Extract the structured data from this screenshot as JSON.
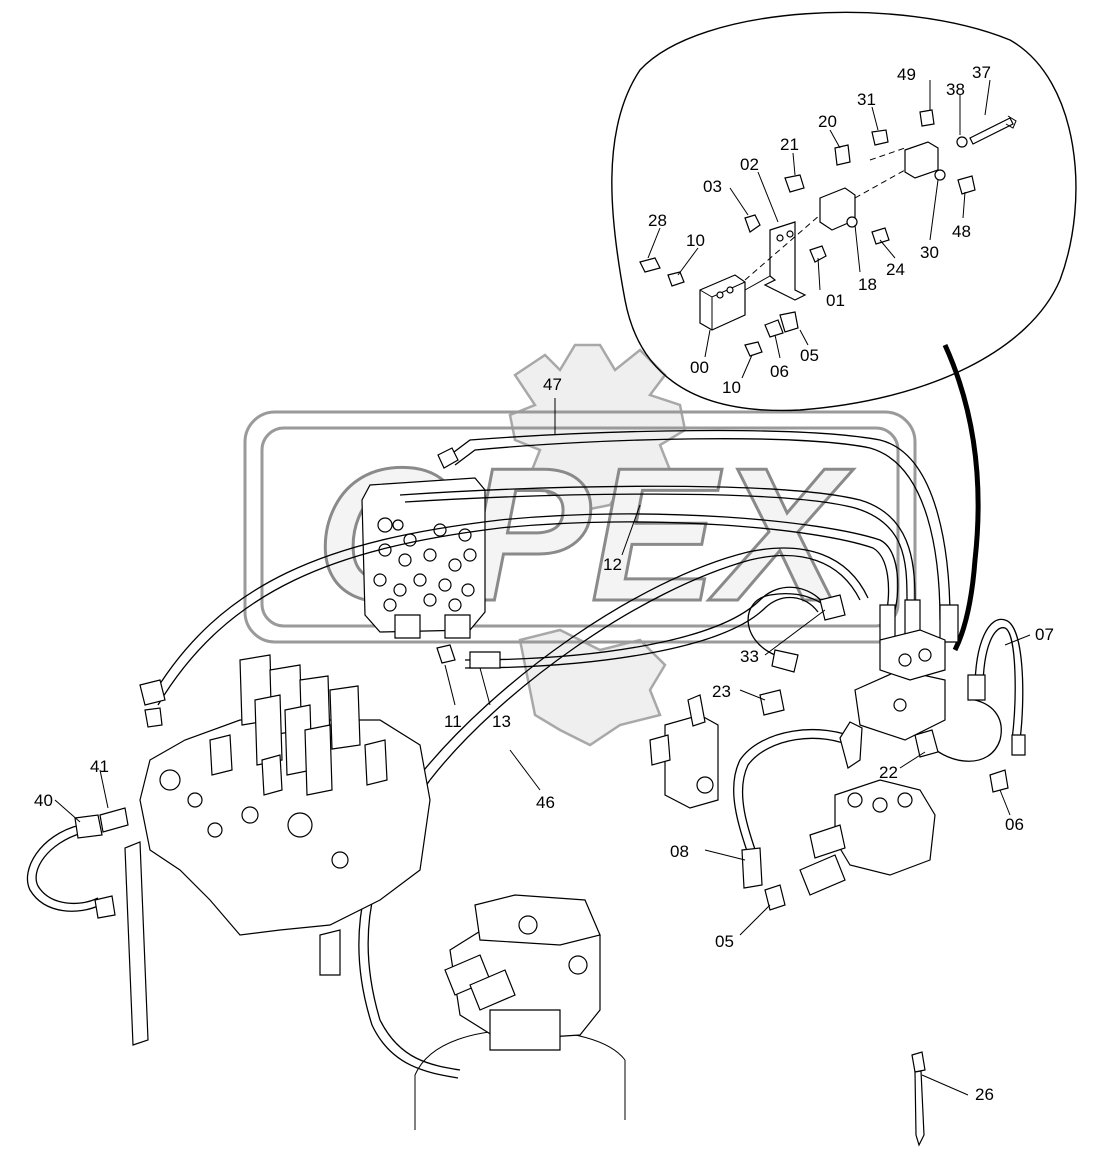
{
  "watermark": {
    "text": "OPEX",
    "color": "#a0a0a0"
  },
  "callouts": [
    {
      "id": "c47",
      "label": "47"
    },
    {
      "id": "c12",
      "label": "12"
    },
    {
      "id": "c11",
      "label": "11"
    },
    {
      "id": "c13",
      "label": "13"
    },
    {
      "id": "c33",
      "label": "33"
    },
    {
      "id": "c23",
      "label": "23"
    },
    {
      "id": "c07",
      "label": "07"
    },
    {
      "id": "c22",
      "label": "22"
    },
    {
      "id": "c06b",
      "label": "06"
    },
    {
      "id": "c08",
      "label": "08"
    },
    {
      "id": "c05b",
      "label": "05"
    },
    {
      "id": "c46",
      "label": "46"
    },
    {
      "id": "c41",
      "label": "41"
    },
    {
      "id": "c40",
      "label": "40"
    },
    {
      "id": "c26",
      "label": "26"
    },
    {
      "id": "d49",
      "label": "49"
    },
    {
      "id": "d37",
      "label": "37"
    },
    {
      "id": "d38",
      "label": "38"
    },
    {
      "id": "d31",
      "label": "31"
    },
    {
      "id": "d20",
      "label": "20"
    },
    {
      "id": "d21",
      "label": "21"
    },
    {
      "id": "d02",
      "label": "02"
    },
    {
      "id": "d03",
      "label": "03"
    },
    {
      "id": "d28",
      "label": "28"
    },
    {
      "id": "d10a",
      "label": "10"
    },
    {
      "id": "d48",
      "label": "48"
    },
    {
      "id": "d30",
      "label": "30"
    },
    {
      "id": "d24",
      "label": "24"
    },
    {
      "id": "d18",
      "label": "18"
    },
    {
      "id": "d01",
      "label": "01"
    },
    {
      "id": "d05",
      "label": "05"
    },
    {
      "id": "d06",
      "label": "06"
    },
    {
      "id": "d00",
      "label": "00"
    },
    {
      "id": "d10b",
      "label": "10"
    }
  ]
}
